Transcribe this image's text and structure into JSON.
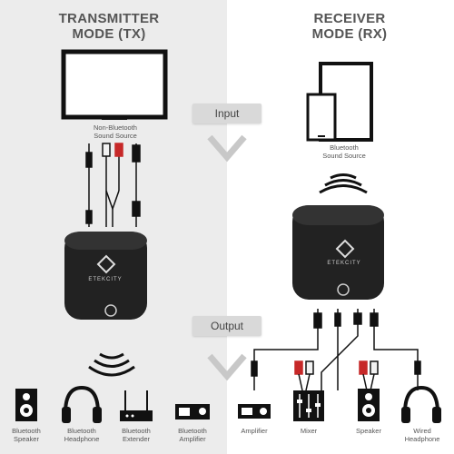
{
  "modes": {
    "transmitter": "TRANSMITTER\nMODE (TX)",
    "receiver": "RECEIVER\nMODE (RX)"
  },
  "flow": {
    "input": "Input",
    "output": "Output"
  },
  "sources": {
    "tx": "Non-Bluetooth\nSound Source",
    "rx": "Bluetooth\nSound Source"
  },
  "device": {
    "brand": "ETEKCITY"
  },
  "tx_outputs": [
    {
      "label": "Bluetooth\nSpeaker",
      "icon": "speaker-icon"
    },
    {
      "label": "Bluetooth\nHeadphone",
      "icon": "headphone-icon"
    },
    {
      "label": "Bluetooth\nExtender",
      "icon": "router-icon"
    },
    {
      "label": "Bluetooth\nAmplifier",
      "icon": "amplifier-icon"
    }
  ],
  "rx_outputs": [
    {
      "label": "Amplifier",
      "icon": "amplifier-icon"
    },
    {
      "label": "Mixer",
      "icon": "mixer-icon"
    },
    {
      "label": "Speaker",
      "icon": "speaker-icon"
    },
    {
      "label": "Wired\nHeadphone",
      "icon": "headphone-icon"
    }
  ]
}
